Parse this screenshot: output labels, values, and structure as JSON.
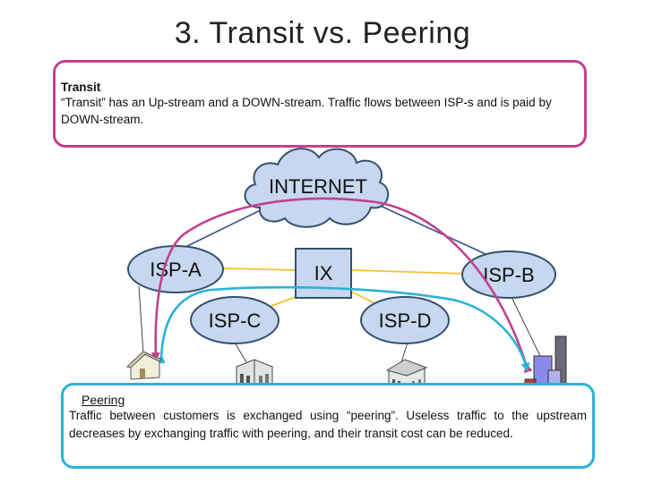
{
  "title": "3. Transit vs. Peering",
  "transit": {
    "heading": "Transit",
    "text": "“Transit” has an Up-stream and a DOWN-stream. Traffic flows between ISP-s and is paid by DOWN-stream."
  },
  "peering": {
    "heading": "Peering",
    "text": "Traffic between customers is exchanged using “peering”. Useless traffic to the upstream decreases by exchanging traffic with peering, and their transit cost can be reduced."
  },
  "nodes": {
    "internet": "INTERNET",
    "isp_a": "ISP-A",
    "isp_b": "ISP-B",
    "isp_c": "ISP-C",
    "isp_d": "ISP-D",
    "ix": "IX"
  },
  "colors": {
    "transit_accent": "#c0418f",
    "peering_accent": "#2ab3d6",
    "node_fill": "#c6d7ef",
    "node_stroke": "#34506e",
    "ix_link": "#f2c12e",
    "upstream_link": "#3a4e8a"
  },
  "icons": [
    "cloud-icon",
    "house-icon",
    "office-building-icon",
    "bank-building-icon",
    "city-buildings-icon"
  ]
}
